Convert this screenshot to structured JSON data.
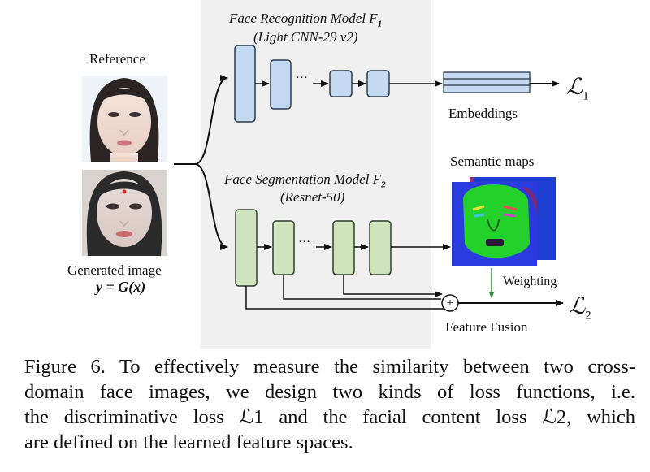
{
  "figure": {
    "reference_label": "Reference",
    "generated_label": "Generated image",
    "generated_formula": "y = G(x)",
    "model1_title": "Face Recognition Model F",
    "model1_sub": "1",
    "model1_arch": "(Light CNN-29 v2)",
    "model2_title": "Face Segmentation Model F",
    "model2_sub": "2",
    "model2_arch": "(Resnet-50)",
    "ellipsis": "···",
    "embeddings_label": "Embeddings",
    "semantic_label": "Semantic maps",
    "weighting_label": "Weighting",
    "fusion_label": "Feature Fusion",
    "loss1": "ℒ",
    "loss1_sub": "1",
    "loss2": "ℒ",
    "loss2_sub": "2",
    "plus": "+"
  },
  "caption": {
    "line1": "Figure 6. To effectively measure the similarity between two cross-",
    "line2": "domain face images, we design two kinds of loss functions, i.e.",
    "line3": "the discriminative loss ℒ1 and the facial content loss ℒ2, which",
    "line4": "are defined on the learned feature spaces."
  },
  "colors": {
    "blue_block": "#c5d9f0",
    "green_block": "#cfe3bf",
    "panel_bg": "#f0f0f0"
  }
}
